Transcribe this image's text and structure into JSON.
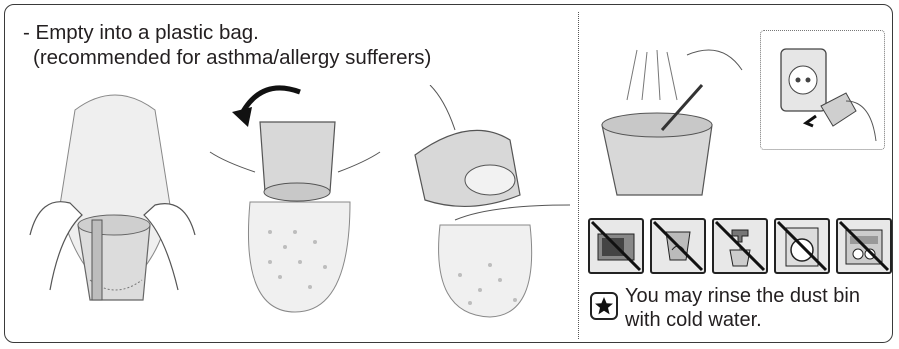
{
  "instruction": {
    "line1": "- Empty into a plastic bag.",
    "line2": "(recommended for asthma/allergy sufferers)"
  },
  "note": {
    "text": "You may rinse the dust bin with cold water.",
    "icon": "star-icon"
  },
  "caution_icons": [
    "no-microwave-icon",
    "no-dryer-icon",
    "no-hot-water-icon",
    "no-washing-machine-icon",
    "no-dishwasher-icon"
  ]
}
